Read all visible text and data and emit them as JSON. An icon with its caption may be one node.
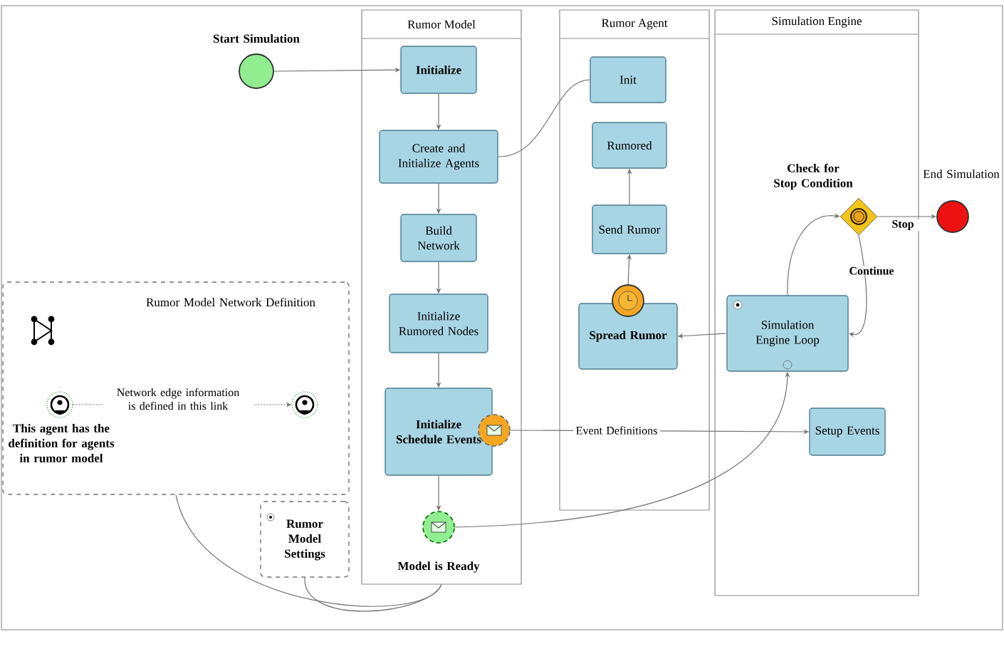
{
  "diagram": {
    "nodes": [
      {
        "text": [
          "Rumor Model"
        ]
      },
      {
        "text": [
          "Rumor Agent"
        ]
      },
      {
        "text": [
          "Simulation Engine"
        ]
      },
      {
        "text": [],
        "shape": "circle",
        "beside": [
          "Start Simulation"
        ]
      },
      {
        "text": [
          "Initialize"
        ],
        "in": 0
      },
      {
        "text": [
          "Create and Initialize Agents"
        ],
        "in": 0
      },
      {
        "text": [
          "Build Network"
        ],
        "in": 0
      },
      {
        "text": [
          "Initialize Rumored Nodes"
        ],
        "in": 0
      },
      {
        "text": [
          "Initialize Schedule Events"
        ],
        "in": 0
      },
      {
        "text": [],
        "shape": "circle",
        "in": 0
      },
      {
        "text": [],
        "shape": "circle",
        "in": 0,
        "beside": [
          "Model is Ready"
        ]
      },
      {
        "text": [
          "Init"
        ],
        "in": 1
      },
      {
        "text": [
          "Rumored"
        ],
        "in": 1
      },
      {
        "text": [
          "Send Rumor"
        ],
        "in": 1
      },
      {
        "text": [
          "Spread Rumor"
        ],
        "in": 1
      },
      {
        "text": [],
        "shape": "circle",
        "in": 1
      },
      {
        "text": [
          "Simulation Engine Loop"
        ],
        "in": 2
      },
      {
        "text": [
          "Setup Events"
        ],
        "in": 2
      },
      {
        "text": [],
        "shape": "diamond",
        "in": 2,
        "beside": [
          "Check for Stop Condition"
        ]
      },
      {
        "text": [],
        "shape": "circle",
        "beside": [
          "End Simulation"
        ]
      },
      {
        "text": [
          "Rumor Model Network Definition"
        ]
      },
      {
        "text": [],
        "shape": "person",
        "in": 20,
        "beside": [
          "This agent has the definition for agents in rumor model"
        ]
      },
      {
        "text": [],
        "shape": "person",
        "in": 20
      },
      {
        "text": [
          "Rumor Model Settings"
        ]
      }
    ],
    "edges": [
      {
        "from": 3,
        "to": 4,
        "arrow": "to"
      },
      {
        "from": 4,
        "to": 5,
        "arrow": "to"
      },
      {
        "from": 5,
        "to": 6,
        "arrow": "to"
      },
      {
        "from": 6,
        "to": 7,
        "arrow": "to"
      },
      {
        "from": 7,
        "to": 8,
        "arrow": "to"
      },
      {
        "from": 8,
        "to": 10,
        "arrow": "to"
      },
      {
        "from": 5,
        "to": 11,
        "arrow": "none"
      },
      {
        "from": 15,
        "to": 13,
        "arrow": "to"
      },
      {
        "from": 13,
        "to": 12,
        "arrow": "to"
      },
      {
        "from": 16,
        "to": 14,
        "arrow": "to"
      },
      {
        "from": 16,
        "to": 18,
        "arrow": "to"
      },
      {
        "from": 18,
        "to": 16,
        "arrow": "to",
        "label": "Continue"
      },
      {
        "from": 18,
        "to": 19,
        "arrow": "to",
        "label": "Stop"
      },
      {
        "from": 9,
        "to": 17,
        "arrow": "to",
        "label": "Event Definitions"
      },
      {
        "from": 10,
        "to": 16,
        "arrow": "to"
      },
      {
        "from": 21,
        "to": 22,
        "arrow": "to",
        "label": "Network edge information is defined in this link",
        "style": "dashed"
      },
      {
        "from": 20,
        "to": 0,
        "arrow": "none"
      },
      {
        "from": 23,
        "to": 0,
        "arrow": "none"
      }
    ]
  }
}
